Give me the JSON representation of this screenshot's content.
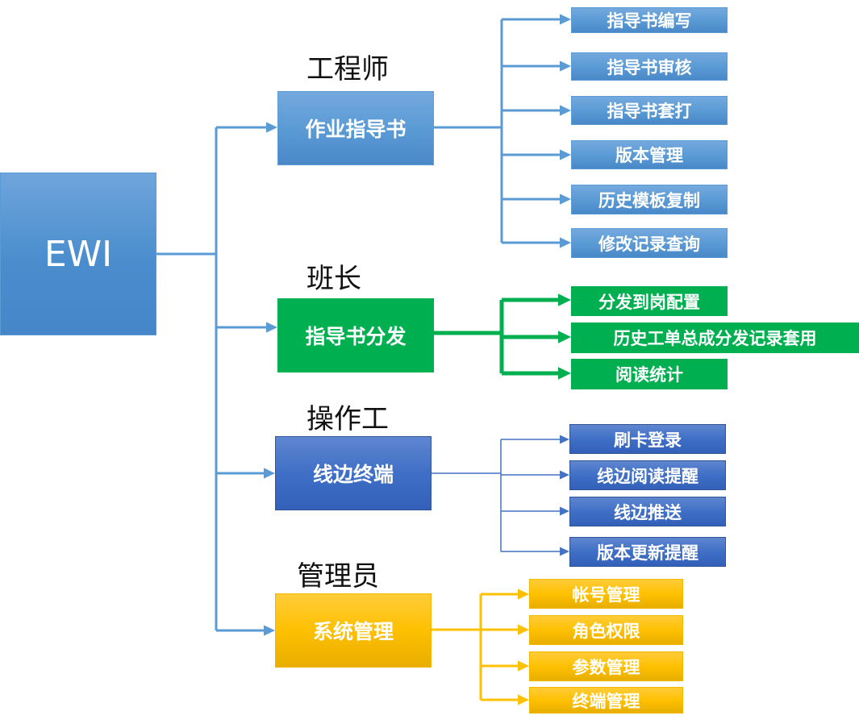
{
  "diagram": {
    "root": {
      "label": "EWI"
    },
    "colors": {
      "light_blue": "#5b9bd5",
      "green": "#00b050",
      "navy": "#4472c4",
      "gold": "#ffc000"
    },
    "branches": [
      {
        "role": "工程师",
        "module": "作业指导书",
        "color": "light_blue",
        "functions": [
          "指导书编写",
          "指导书审核",
          "指导书套打",
          "版本管理",
          "历史模板复制",
          "修改记录查询"
        ]
      },
      {
        "role": "班长",
        "module": "指导书分发",
        "color": "green",
        "functions": [
          "分发到岗配置",
          "历史工单总成分发记录套用",
          "阅读统计"
        ]
      },
      {
        "role": "操作工",
        "module": "线边终端",
        "color": "navy",
        "functions": [
          "刷卡登录",
          "线边阅读提醒",
          "线边推送",
          "版本更新提醒"
        ]
      },
      {
        "role": "管理员",
        "module": "系统管理",
        "color": "gold",
        "functions": [
          "帐号管理",
          "角色权限",
          "参数管理",
          "终端管理"
        ]
      }
    ]
  }
}
